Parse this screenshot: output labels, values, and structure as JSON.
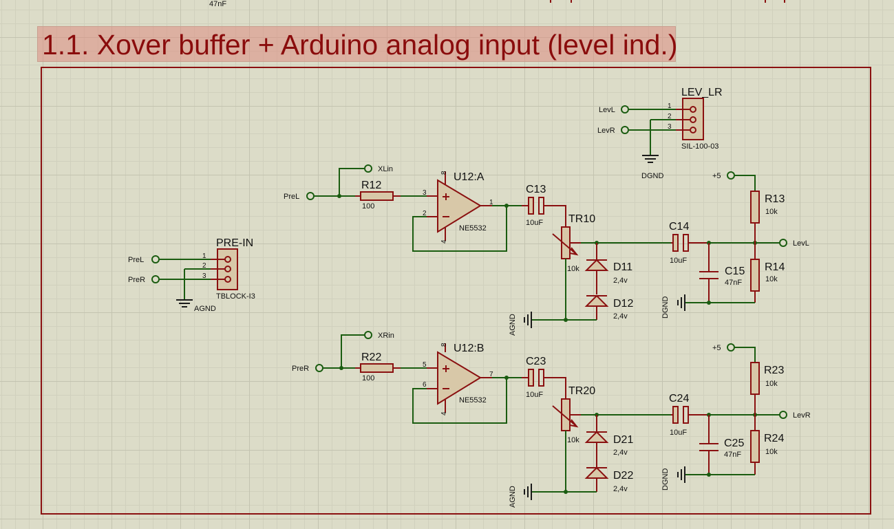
{
  "title": "1.1. Xover buffer + Arduino analog input (level ind.)",
  "top_fragment": "47nF",
  "connectors": {
    "lev_lr": {
      "ref": "LEV_LR",
      "type": "SIL-100-03",
      "pins": [
        "1",
        "2",
        "3"
      ],
      "net_1": "LevL",
      "net_3": "LevR",
      "gnd": "DGND"
    },
    "pre_in": {
      "ref": "PRE-IN",
      "type": "TBLOCK-I3",
      "pins": [
        "1",
        "2",
        "3"
      ],
      "net_1": "PreL",
      "net_3": "PreR",
      "gnd": "AGND"
    }
  },
  "channel_l": {
    "input": "PreL",
    "xlin": "XLin",
    "r_in": {
      "ref": "R12",
      "value": "100"
    },
    "opamp": {
      "ref": "U12:A",
      "type": "NE5532",
      "pin_plus": "3",
      "pin_minus": "2",
      "pin_out": "1",
      "pin_vcc": "8",
      "pin_vee": "4"
    },
    "c_out": {
      "ref": "C13",
      "value": "10uF"
    },
    "pot": {
      "ref": "TR10",
      "value": "10k"
    },
    "d_a": {
      "ref": "D11",
      "value": "2,4v"
    },
    "d_b": {
      "ref": "D12",
      "value": "2,4v"
    },
    "c_cpl": {
      "ref": "C14",
      "value": "10uF"
    },
    "c_flt": {
      "ref": "C15",
      "value": "47nF"
    },
    "r_hi": {
      "ref": "R13",
      "value": "10k"
    },
    "r_lo": {
      "ref": "R14",
      "value": "10k"
    },
    "vcc": "+5",
    "output": "LevL",
    "agnd": "AGND",
    "dgnd": "DGND"
  },
  "channel_r": {
    "input": "PreR",
    "xlin": "XRin",
    "r_in": {
      "ref": "R22",
      "value": "100"
    },
    "opamp": {
      "ref": "U12:B",
      "type": "NE5532",
      "pin_plus": "5",
      "pin_minus": "6",
      "pin_out": "7",
      "pin_vcc": "8",
      "pin_vee": "4"
    },
    "c_out": {
      "ref": "C23",
      "value": "10uF"
    },
    "pot": {
      "ref": "TR20",
      "value": "10k"
    },
    "d_a": {
      "ref": "D21",
      "value": "2,4v"
    },
    "d_b": {
      "ref": "D22",
      "value": "2,4v"
    },
    "c_cpl": {
      "ref": "C24",
      "value": "10uF"
    },
    "c_flt": {
      "ref": "C25",
      "value": "47nF"
    },
    "r_hi": {
      "ref": "R23",
      "value": "10k"
    },
    "r_lo": {
      "ref": "R24",
      "value": "10k"
    },
    "vcc": "+5",
    "output": "LevR",
    "agnd": "AGND",
    "dgnd": "DGND"
  },
  "colors": {
    "wire": "#1a5c10",
    "component": "#8a1010",
    "title": "#8a0c0c",
    "background": "#dcdcc8"
  }
}
